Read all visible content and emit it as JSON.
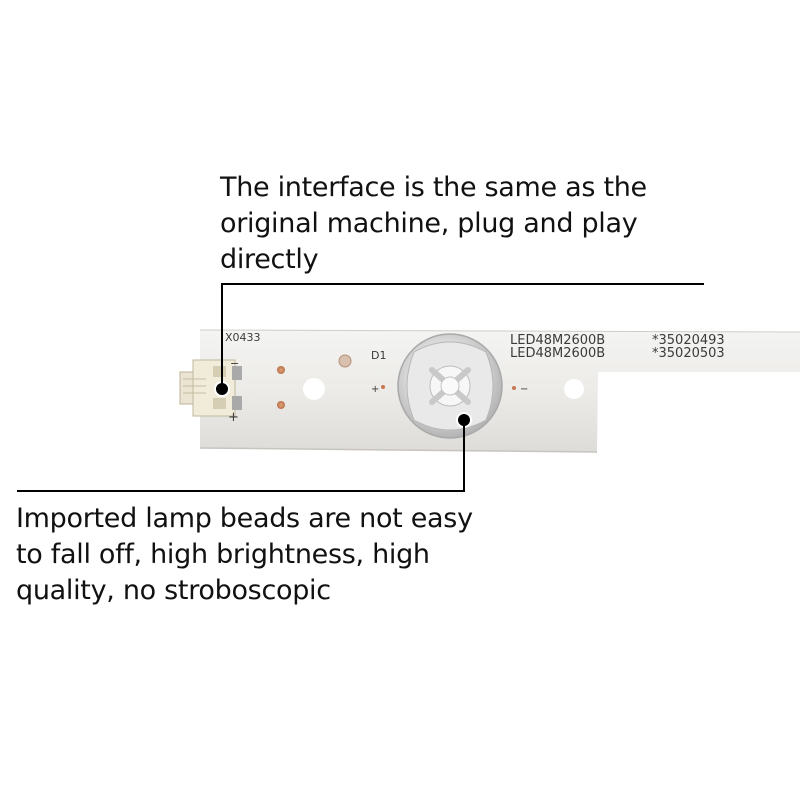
{
  "captions": {
    "top": {
      "line1": "The interface is the same as the",
      "line2": "original machine, plug and play",
      "line3": "directly"
    },
    "bottom": {
      "line1": "Imported lamp beads are not easy",
      "line2": "to fall off, high brightness, high",
      "line3": "quality, no stroboscopic"
    }
  },
  "pcb": {
    "part_code": "X0433",
    "led_label": "D1",
    "model_1": "LED48M2600B",
    "model_2": "LED48M2600B",
    "serial_1": "*35020493",
    "serial_2": "*35020503",
    "minus_mark": "−",
    "plus_mark": "+",
    "pad_plus": "+",
    "pad_minus": "−"
  }
}
